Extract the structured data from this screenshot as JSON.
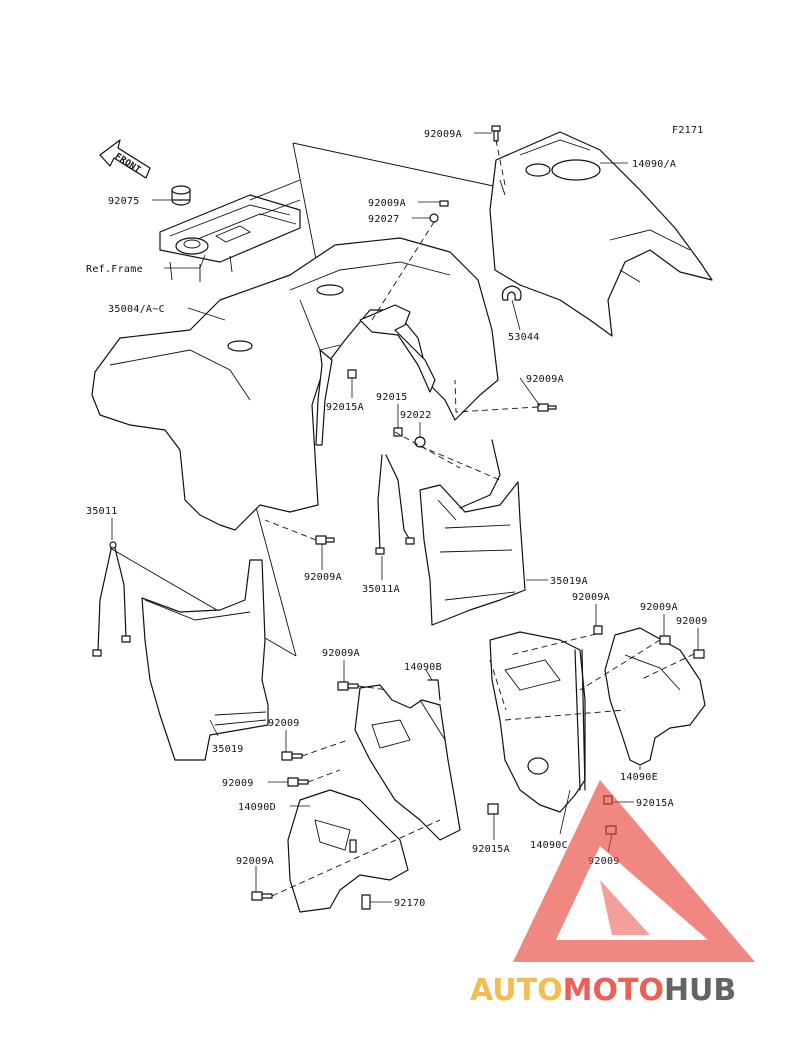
{
  "figure_id": "F2171",
  "front_arrow_label": "FRONT",
  "ref_frame_label": "Ref.Frame",
  "labels": [
    {
      "id": "l01",
      "text": "92009A"
    },
    {
      "id": "l02",
      "text": "14090/A"
    },
    {
      "id": "l03",
      "text": "92075"
    },
    {
      "id": "l04",
      "text": "92009A"
    },
    {
      "id": "l05",
      "text": "92027"
    },
    {
      "id": "l06",
      "text": "35004/A~C"
    },
    {
      "id": "l07",
      "text": "53044"
    },
    {
      "id": "l08",
      "text": "92015A"
    },
    {
      "id": "l09",
      "text": "92015"
    },
    {
      "id": "l10",
      "text": "92009A"
    },
    {
      "id": "l11",
      "text": "92022"
    },
    {
      "id": "l12",
      "text": "35011"
    },
    {
      "id": "l13",
      "text": "92009A"
    },
    {
      "id": "l14",
      "text": "35011A"
    },
    {
      "id": "l15",
      "text": "35019A"
    },
    {
      "id": "l16",
      "text": "92009A"
    },
    {
      "id": "l17",
      "text": "92009A"
    },
    {
      "id": "l18",
      "text": "92009"
    },
    {
      "id": "l19",
      "text": "92009A"
    },
    {
      "id": "l20",
      "text": "14090B"
    },
    {
      "id": "l21",
      "text": "92009"
    },
    {
      "id": "l22",
      "text": "35019"
    },
    {
      "id": "l23",
      "text": "92009"
    },
    {
      "id": "l24",
      "text": "14090E"
    },
    {
      "id": "l25",
      "text": "14090D"
    },
    {
      "id": "l26",
      "text": "92015A"
    },
    {
      "id": "l27",
      "text": "92015A"
    },
    {
      "id": "l28",
      "text": "14090C"
    },
    {
      "id": "l29",
      "text": "92009"
    },
    {
      "id": "l30",
      "text": "92009A"
    },
    {
      "id": "l31",
      "text": "92170"
    }
  ],
  "watermark": {
    "part1": "AUTO",
    "part2": "MOTO",
    "part3": "HUB",
    "color1": "#f2b233",
    "color2": "#e8443a",
    "color3": "#4a4a4a"
  }
}
